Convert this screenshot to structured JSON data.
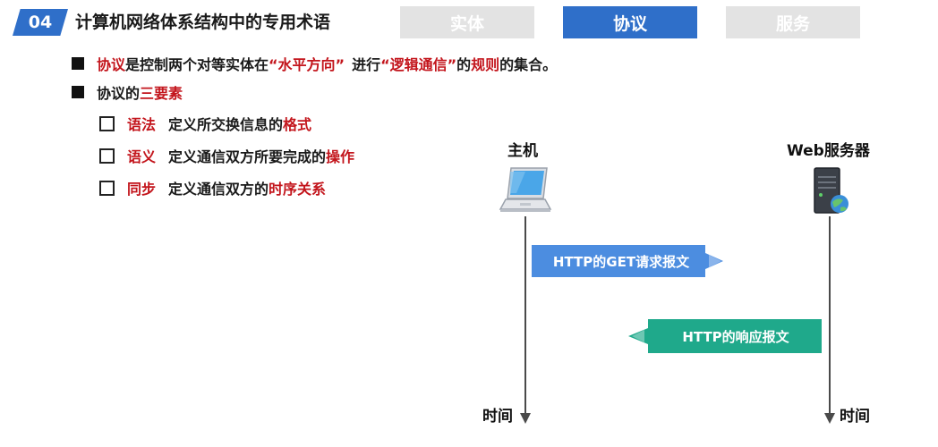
{
  "header": {
    "section_number": "04",
    "title": "计算机网络体系结构中的专用术语",
    "tabs": [
      {
        "label": "实体",
        "active": false
      },
      {
        "label": "协议",
        "active": true
      },
      {
        "label": "服务",
        "active": false
      }
    ],
    "active_color": "#2f6fc9",
    "inactive_color": "#e3e3e3"
  },
  "content": {
    "line1": {
      "term": "协议",
      "t1": "是控制两个对等实体在",
      "q1": "“水平方向”",
      "t2": "进行",
      "q2": "“逻辑通信”",
      "t3": "的",
      "term2": "规则",
      "t4": "的集合。"
    },
    "line2": {
      "t1": "协议的",
      "term": "三要素"
    },
    "elements": [
      {
        "term": "语法",
        "text": "定义所交换信息的",
        "emph": "格式"
      },
      {
        "term": "语义",
        "text": "定义通信双方所要完成的",
        "emph": "操作"
      },
      {
        "term": "同步",
        "text": "定义通信双方的",
        "emph": "时序关系"
      }
    ],
    "accent_color": "#c3151c"
  },
  "diagram": {
    "host_label": "主机",
    "server_label": "Web服务器",
    "time_label_left": "时间",
    "time_label_right": "时间",
    "request_label": "HTTP的GET请求报文",
    "response_label": "HTTP的响应报文",
    "request_color": "#4c8de0",
    "response_color": "#1fa98b"
  }
}
